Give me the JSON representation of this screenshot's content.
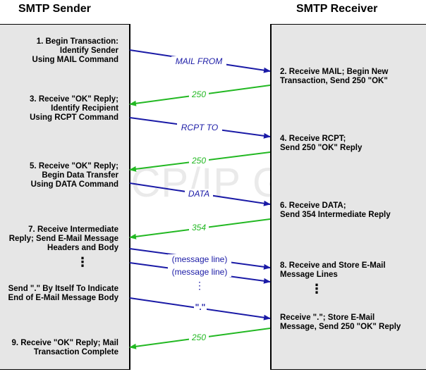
{
  "titles": {
    "sender": "SMTP Sender",
    "receiver": "SMTP Receiver"
  },
  "watermark": "The TCP/IP Guide",
  "sender_steps": [
    [
      "1. Begin Transaction:",
      "Identify Sender",
      "Using MAIL Command"
    ],
    [
      "3. Receive \"OK\" Reply;",
      "Identify Recipient",
      "Using RCPT Command"
    ],
    [
      "5. Receive \"OK\" Reply;",
      "Begin Data Transfer",
      "Using DATA Command"
    ],
    [
      "7. Receive Intermediate",
      "Reply; Send E-Mail Message",
      "Headers and Body"
    ],
    [
      "⋮"
    ],
    [
      "Send \".\" By Itself To Indicate",
      "End of E-Mail Message Body"
    ],
    [
      "9. Receive \"OK\" Reply; Mail",
      "Transaction Complete"
    ]
  ],
  "receiver_steps": [
    [
      "2. Receive MAIL; Begin New",
      "Transaction, Send 250 \"OK\""
    ],
    [
      "4. Receive RCPT;",
      "Send 250 \"OK\" Reply"
    ],
    [
      "6. Receive DATA;",
      "Send 354 Intermediate  Reply"
    ],
    [
      "8. Receive and Store E-Mail",
      "Message Lines"
    ],
    [
      "⋮"
    ],
    [
      "Receive \".\"; Store E-Mail",
      "Message, Send 250 \"OK\" Reply"
    ]
  ],
  "messages": [
    {
      "label": "MAIL FROM",
      "direction": "to-receiver"
    },
    {
      "label": "250",
      "direction": "to-sender"
    },
    {
      "label": "RCPT TO",
      "direction": "to-receiver"
    },
    {
      "label": "250",
      "direction": "to-sender"
    },
    {
      "label": "DATA",
      "direction": "to-receiver"
    },
    {
      "label": "354",
      "direction": "to-sender"
    },
    {
      "label": "(message line)",
      "direction": "to-receiver"
    },
    {
      "label": "(message line)",
      "direction": "to-receiver"
    },
    {
      "label": "⋮",
      "direction": "to-receiver"
    },
    {
      "label": ".",
      "direction": "to-receiver"
    },
    {
      "label": "250",
      "direction": "to-sender"
    }
  ],
  "colors": {
    "request": "#1a1aa6",
    "reply": "#22b822",
    "panel": "#e6e6e6"
  }
}
